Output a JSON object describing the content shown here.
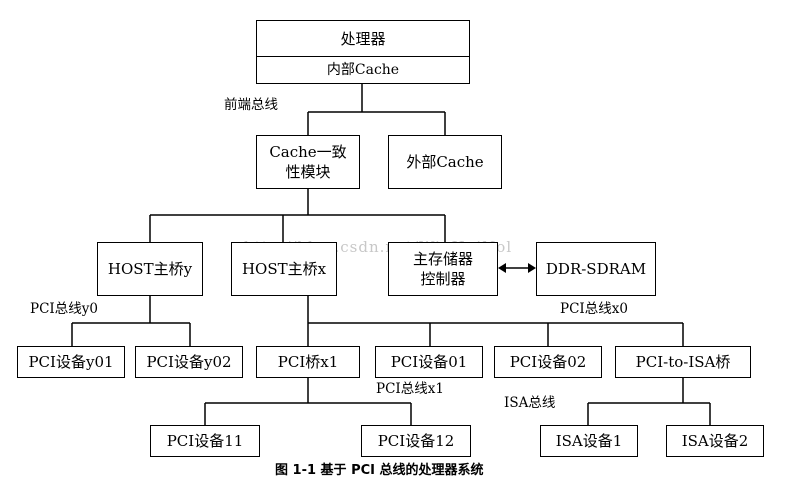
{
  "processor": {
    "title": "处理器",
    "cache": "内部Cache"
  },
  "bus_labels": {
    "front_side": "前端总线",
    "pci_y0": "PCI总线y0",
    "pci_x0": "PCI总线x0",
    "pci_x1": "PCI总线x1",
    "isa": "ISA总线"
  },
  "boxes": {
    "cache_coherence_line1": "Cache一致",
    "cache_coherence_line2": "性模块",
    "external_cache": "外部Cache",
    "host_y": "HOST主桥y",
    "host_x": "HOST主桥x",
    "mem_ctrl_line1": "主存储器",
    "mem_ctrl_line2": "控制器",
    "ddr": "DDR-SDRAM",
    "pci_y01": "PCI设备y01",
    "pci_y02": "PCI设备y02",
    "pci_bridge_x1": "PCI桥x1",
    "pci_01": "PCI设备01",
    "pci_02": "PCI设备02",
    "pci_isa_bridge": "PCI-to-ISA桥",
    "pci_11": "PCI设备11",
    "pci_12": "PCI设备12",
    "isa_1": "ISA设备1",
    "isa_2": "ISA设备2"
  },
  "watermark": "http://blog.csdn.net/WinHuiNol",
  "caption": "图 1-1 基于 PCI 总线的处理器系统"
}
